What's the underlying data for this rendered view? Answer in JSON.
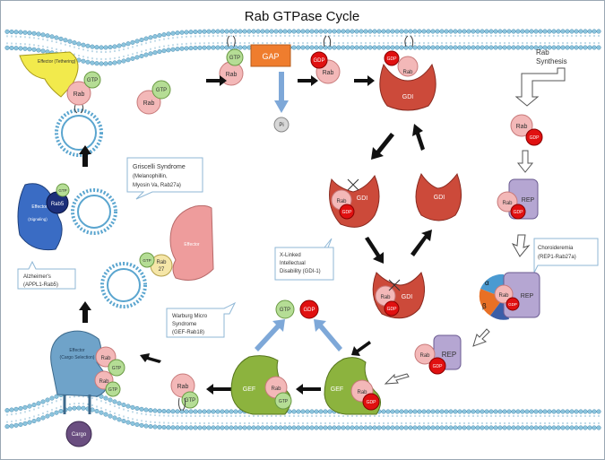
{
  "title": "Rab GTPase Cycle",
  "labels": {
    "gtp": "GTP",
    "gdp": "GDP",
    "rab": "Rab",
    "gap": "GAP",
    "pi": "Pi",
    "gdi": "GDI",
    "gef": "GEF",
    "rep": "REP",
    "cargo": "Cargo",
    "effector": "Effector",
    "effector_tethering": "Effector (Tethering)",
    "effector_cargo_selection": "(Cargo Selection)",
    "rab5": "Rab5",
    "signaling": "(Signaling)",
    "rab_num": "27",
    "alpha": "α",
    "beta": "β",
    "rab_synthesis_1": "Rab",
    "rab_synthesis_2": "Synthesis"
  },
  "callouts": {
    "griscelli": [
      "Griscelli Syndrome",
      "(Melanophillin,",
      "Myosin Va, Rab27a)"
    ],
    "alzheimers": [
      "Alzheimer's",
      "(APPL1-Rab5)"
    ],
    "xlinked": [
      "X-Linked",
      "Intellectual",
      "Disability (GDI-1)"
    ],
    "warburg": [
      "Warburg Micro",
      "Syndrome",
      "(GEF-Rab18)"
    ],
    "choroideremia": [
      "Choroideremia",
      "(REP1-Rab27a)"
    ]
  },
  "colors": {
    "membrane_head": "#8cc4dd",
    "rab": "#f3b8b8",
    "gtp": "#b5dd95",
    "gdp": "#e01010",
    "gdi": "#cc4a3a",
    "gef": "#8cb33e",
    "rep": "#b5a6d2",
    "gap": "#ef7d2e",
    "arrow_blue": "#7ea8d8"
  }
}
